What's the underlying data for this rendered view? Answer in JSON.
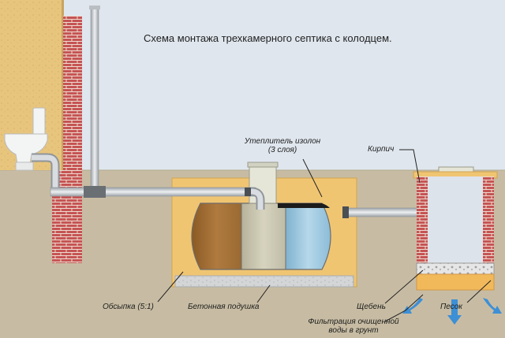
{
  "title": "Схема монтажа трехкамерного септика с колодцем.",
  "labels": {
    "insulation_line1": "Утеплитель изолон",
    "insulation_line2": "(3 слоя)",
    "brick": "Кирпич",
    "backfill": "Обсыпка (5:1)",
    "concrete_pad": "Бетонная подушка",
    "gravel": "Щебень",
    "sand": "Песок",
    "filtration_line1": "Фильтрация очищенной",
    "filtration_line2": "воды в грунт"
  },
  "colors": {
    "sky": "#dfe6ee",
    "soil": "#c7bca3",
    "backfill": "#f0c572",
    "brick": "#c65454",
    "wall_wood": "#e7c57d",
    "pipe": "#c9cdd2",
    "chamber1": "#a9773d",
    "chamber2": "#c8c6b0",
    "chamber3": "#98c3da",
    "arrow": "#3d8fd6"
  }
}
